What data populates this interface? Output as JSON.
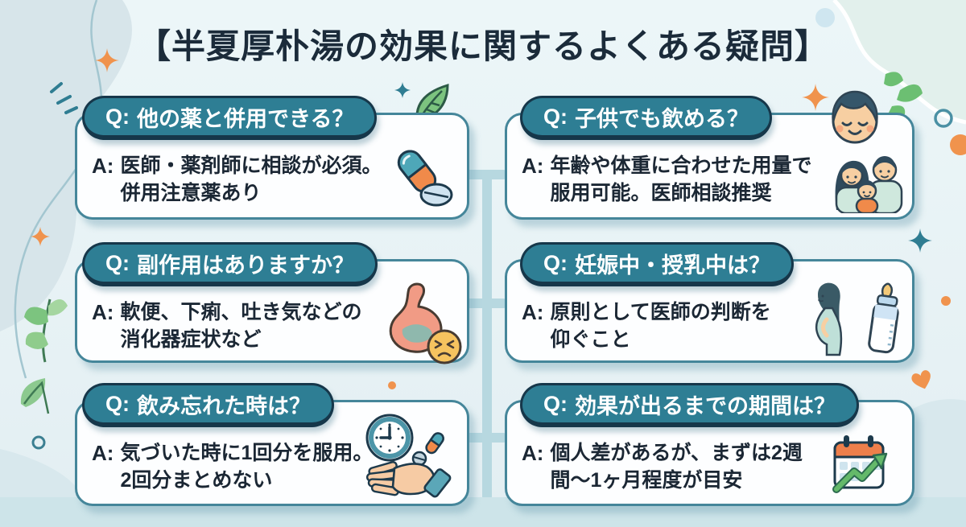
{
  "title": "【半夏厚朴湯の効果に関するよくある疑問】",
  "labels": {
    "q_prefix": "Q:",
    "a_prefix": "A:"
  },
  "cards": [
    {
      "position": "top-left",
      "question": "他の薬と併用できる？",
      "answer": "医師・薬剤師に相談が必須。\n併用注意薬あり",
      "icon": "capsule-and-tablet-icon"
    },
    {
      "position": "top-right",
      "question": "子供でも飲める？",
      "answer": "年齢や体重に合わせた用量で\n服用可能。医師相談推奨",
      "icon": "child-and-family-icon"
    },
    {
      "position": "middle-left",
      "question": "副作用はありますか？",
      "answer": "軟便、下痢、吐き気などの\n消化器症状など",
      "icon": "upset-stomach-icon"
    },
    {
      "position": "middle-right",
      "question": "妊娠中・授乳中は？",
      "answer": "原則として医師の判断を\n仰ぐこと",
      "icon": "pregnant-woman-and-bottle-icon"
    },
    {
      "position": "bottom-left",
      "question": "飲み忘れた時は？",
      "answer": "気づいた時に1回分を服用。\n2回分まとめない",
      "icon": "clock-and-hand-icon"
    },
    {
      "position": "bottom-right",
      "question": "効果が出るまでの期間は？",
      "answer": "個人差があるが、まずは2週\n間〜1ヶ月程度が目安",
      "icon": "calendar-growth-icon"
    }
  ],
  "colors": {
    "background": "#e8f3f6",
    "question_pill": "#2e7e94",
    "pill_border": "#16374a",
    "card_border": "#45869a",
    "title_text": "#1b2b3a",
    "answer_text": "#1b2734",
    "connector": "#b7d8e0",
    "accent_orange": "#f0934d",
    "accent_green": "#6cbf72",
    "accent_teal": "#2f7d92"
  }
}
